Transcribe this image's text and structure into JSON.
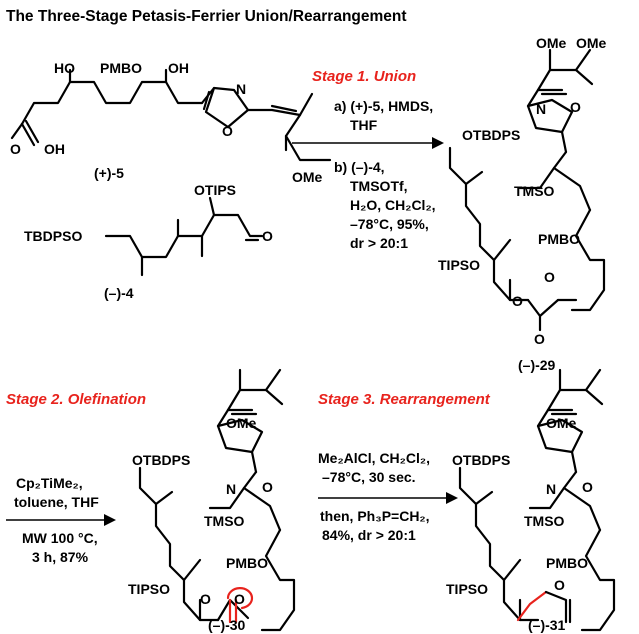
{
  "title": "The Three-Stage Petasis-Ferrier Union/Rearrangement",
  "colors": {
    "highlight": "#e8231d",
    "ink": "#000000"
  },
  "stage1": {
    "label": "Stage 1. Union",
    "cond_a1": "a) (+)-5, HMDS,",
    "cond_a2": "THF",
    "cond_b1": "b) (–)-4,",
    "cond_b2": "TMSOTf,",
    "cond_b3": "H₂O, CH₂Cl₂,",
    "cond_b4": "–78°C, 95%,",
    "cond_b5": "dr > 20:1"
  },
  "stage2": {
    "label": "Stage 2. Olefination",
    "cond1": "Cp₂TiMe₂,",
    "cond2": "toluene, THF",
    "cond3": "MW 100 °C,",
    "cond4": "3 h, 87%"
  },
  "stage3": {
    "label": "Stage 3. Rearrangement",
    "cond1": "Me₂AlCl, CH₂Cl₂,",
    "cond2": "–78°C, 30 sec.",
    "cond3": "then, Ph₃P=CH₂,",
    "cond4": "84%, dr > 20:1"
  },
  "compounds": {
    "c5": "(+)-5",
    "c4": "(–)-4",
    "c29": "(–)-29",
    "c30": "(–)-30",
    "c31": "(–)-31"
  },
  "atoms": {
    "HO": "HO",
    "OH": "OH",
    "O": "O",
    "N": "N",
    "PMBO": "PMBO",
    "OMe": "OMe",
    "OTIPS": "OTIPS",
    "TBDPSO": "TBDPSO",
    "OTBDPS": "OTBDPS",
    "TMSO": "TMSO",
    "TIPSO": "TIPSO"
  }
}
